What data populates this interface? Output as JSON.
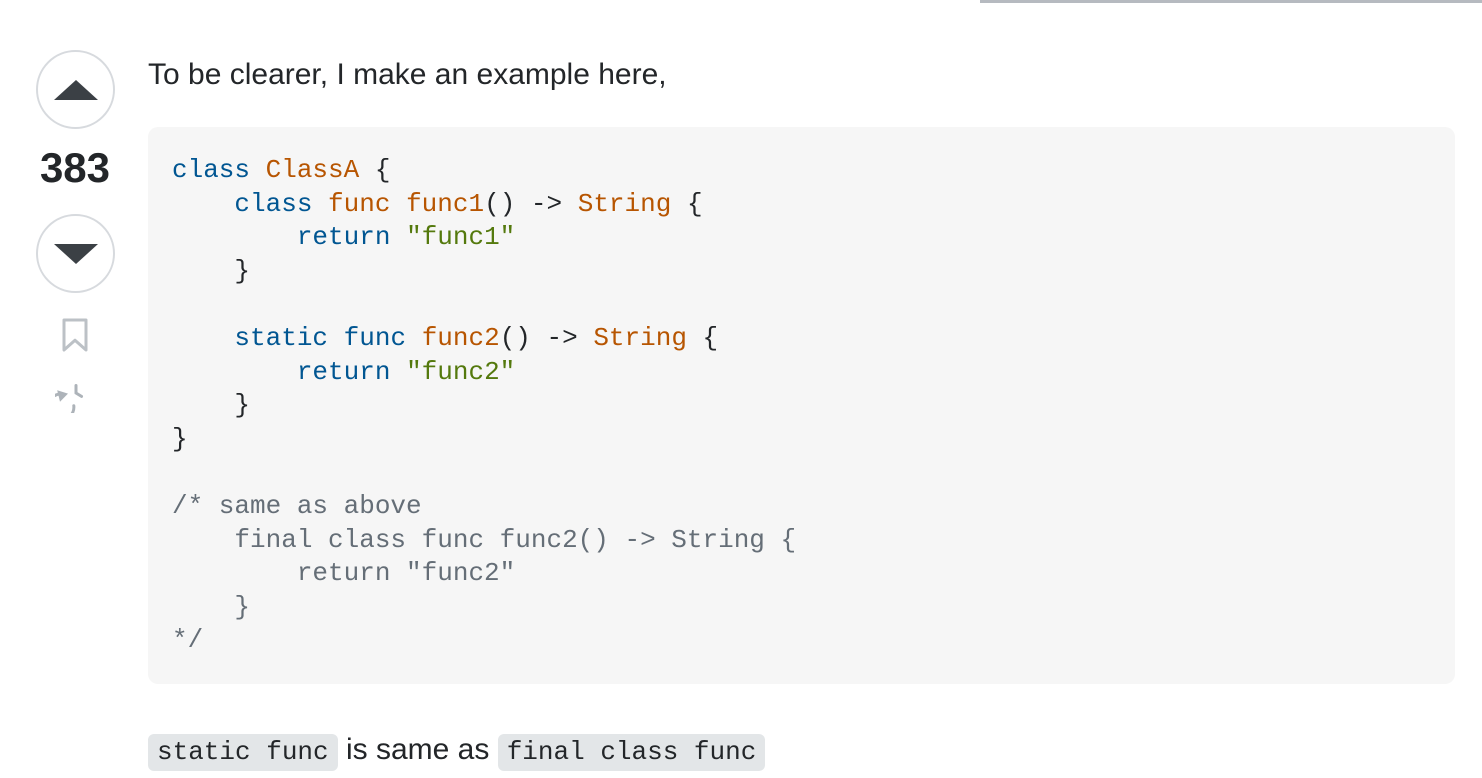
{
  "page": {
    "background": "#ffffff",
    "top_divider_color": "#b6bac0"
  },
  "vote_cell": {
    "count": "383",
    "arrow_color": "#3b4045",
    "button_border_color": "#d7dade",
    "icon_color": "#b3b9bf",
    "icons": {
      "up": "triangle-up-icon",
      "down": "triangle-down-icon",
      "bookmark": "bookmark-outline-icon",
      "history": "clock-history-icon"
    }
  },
  "answer": {
    "intro_text": "To be clearer, I make an example here,",
    "code_block": {
      "language": "swift",
      "background": "#f6f6f6",
      "colors": {
        "keyword": "#015692",
        "title": "#b75501",
        "string": "#54790d",
        "comment": "#656e77",
        "plain": "#232629"
      },
      "lines": [
        [
          {
            "t": "class",
            "c": "k"
          },
          {
            "t": " ",
            "c": "p"
          },
          {
            "t": "ClassA",
            "c": "t"
          },
          {
            "t": " {",
            "c": "p"
          }
        ],
        [
          {
            "t": "    ",
            "c": "p"
          },
          {
            "t": "class",
            "c": "k"
          },
          {
            "t": " ",
            "c": "p"
          },
          {
            "t": "func",
            "c": "t"
          },
          {
            "t": " ",
            "c": "p"
          },
          {
            "t": "func1",
            "c": "t"
          },
          {
            "t": "() -> ",
            "c": "p"
          },
          {
            "t": "String",
            "c": "t"
          },
          {
            "t": " {",
            "c": "p"
          }
        ],
        [
          {
            "t": "        ",
            "c": "p"
          },
          {
            "t": "return",
            "c": "k"
          },
          {
            "t": " ",
            "c": "p"
          },
          {
            "t": "\"func1\"",
            "c": "s"
          }
        ],
        [
          {
            "t": "    }",
            "c": "p"
          }
        ],
        [],
        [
          {
            "t": "    ",
            "c": "p"
          },
          {
            "t": "static",
            "c": "k"
          },
          {
            "t": " ",
            "c": "p"
          },
          {
            "t": "func",
            "c": "k"
          },
          {
            "t": " ",
            "c": "p"
          },
          {
            "t": "func2",
            "c": "t"
          },
          {
            "t": "() -> ",
            "c": "p"
          },
          {
            "t": "String",
            "c": "t"
          },
          {
            "t": " {",
            "c": "p"
          }
        ],
        [
          {
            "t": "        ",
            "c": "p"
          },
          {
            "t": "return",
            "c": "k"
          },
          {
            "t": " ",
            "c": "p"
          },
          {
            "t": "\"func2\"",
            "c": "s"
          }
        ],
        [
          {
            "t": "    }",
            "c": "p"
          }
        ],
        [
          {
            "t": "}",
            "c": "p"
          }
        ],
        [],
        [
          {
            "t": "/* same as above",
            "c": "c"
          }
        ],
        [
          {
            "t": "    final class func func2() -> String {",
            "c": "c"
          }
        ],
        [
          {
            "t": "        return \"func2\"",
            "c": "c"
          }
        ],
        [
          {
            "t": "    }",
            "c": "c"
          }
        ],
        [
          {
            "t": "*/",
            "c": "c"
          }
        ]
      ]
    },
    "footer_segments": [
      {
        "type": "code",
        "text": "static func"
      },
      {
        "type": "text",
        "text": " is same as "
      },
      {
        "type": "code",
        "text": "final class func"
      }
    ],
    "inline_code_background": "#e3e6e8"
  }
}
